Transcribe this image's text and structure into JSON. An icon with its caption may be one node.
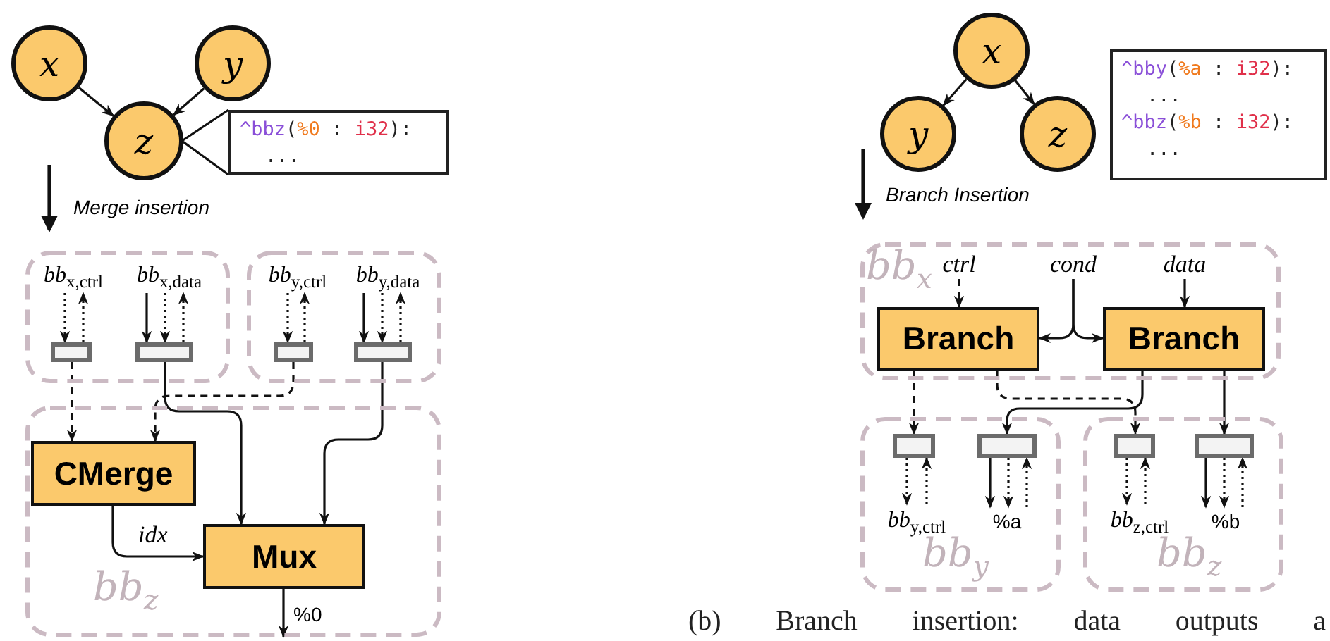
{
  "diagram": {
    "nodes": [
      {
        "text": [
          "x"
        ]
      },
      {
        "text": [
          "y"
        ]
      },
      {
        "text": [
          "z"
        ]
      },
      {
        "text": [
          "^bbz(%0 : i32):",
          "..."
        ]
      },
      {
        "text": [],
        "shape": "box"
      },
      {
        "text": [
          "*bb*$_{x,ctrl}$"
        ],
        "in": 4
      },
      {
        "text": [
          "*bb*$_{x,data}$"
        ],
        "in": 4
      },
      {
        "text": [],
        "shape": "box",
        "in": 4
      },
      {
        "text": [],
        "shape": "box",
        "in": 4
      },
      {
        "text": [],
        "shape": "box"
      },
      {
        "text": [
          "*bb*$_{y,ctrl}$"
        ],
        "in": 9
      },
      {
        "text": [
          "*bb*$_{y,data}$"
        ],
        "in": 9
      },
      {
        "text": [],
        "shape": "box",
        "in": 9
      },
      {
        "text": [],
        "shape": "box",
        "in": 9
      },
      {
        "text": [
          "bb$_{z}$"
        ]
      },
      {
        "text": [
          "CMerge"
        ],
        "in": 14
      },
      {
        "text": [
          "Mux"
        ],
        "in": 14
      },
      {
        "text": [
          "x"
        ]
      },
      {
        "text": [
          "y"
        ]
      },
      {
        "text": [
          "z"
        ]
      },
      {
        "text": [
          "^bby(%a : i32):",
          "...",
          "^bbz(%b : i32):",
          "..."
        ]
      },
      {
        "text": [
          "bb$_{x}$"
        ]
      },
      {
        "text": [
          "ctrl"
        ],
        "in": 21
      },
      {
        "text": [
          "cond"
        ],
        "in": 21
      },
      {
        "text": [
          "data"
        ],
        "in": 21
      },
      {
        "text": [
          "Branch"
        ],
        "in": 21
      },
      {
        "text": [
          "Branch"
        ],
        "in": 21
      },
      {
        "text": [
          "bb$_{y}$"
        ]
      },
      {
        "text": [],
        "shape": "box",
        "in": 27
      },
      {
        "text": [],
        "shape": "box",
        "in": 27
      },
      {
        "text": [
          "*bb*$_{y,ctrl}$"
        ],
        "in": 27
      },
      {
        "text": [
          "%a"
        ],
        "in": 27
      },
      {
        "text": [
          "bb$_{z}$"
        ]
      },
      {
        "text": [],
        "shape": "box",
        "in": 32
      },
      {
        "text": [],
        "shape": "box",
        "in": 32
      },
      {
        "text": [
          "*bb*$_{z,ctrl}$"
        ],
        "in": 32
      },
      {
        "text": [
          "%b"
        ],
        "in": 32
      }
    ],
    "edges": [
      {
        "from": 0,
        "to": 2,
        "arrow": "to"
      },
      {
        "from": 1,
        "to": 2,
        "arrow": "to"
      },
      {
        "from": 2,
        "to": 3,
        "arrow": "none"
      },
      {
        "from": 5,
        "to": 7,
        "arrow": "to",
        "style": "dashed"
      },
      {
        "from": 7,
        "to": 5,
        "arrow": "to",
        "style": "dashed"
      },
      {
        "from": 6,
        "to": 8,
        "arrow": "to"
      },
      {
        "from": 6,
        "to": 8,
        "arrow": "to",
        "style": "dashed"
      },
      {
        "from": 8,
        "to": 6,
        "arrow": "to",
        "style": "dashed"
      },
      {
        "from": 10,
        "to": 12,
        "arrow": "to",
        "style": "dashed"
      },
      {
        "from": 12,
        "to": 10,
        "arrow": "to",
        "style": "dashed"
      },
      {
        "from": 11,
        "to": 13,
        "arrow": "to"
      },
      {
        "from": 11,
        "to": 13,
        "arrow": "to",
        "style": "dashed"
      },
      {
        "from": 13,
        "to": 11,
        "arrow": "to",
        "style": "dashed"
      },
      {
        "from": 7,
        "to": 15,
        "arrow": "to",
        "style": "dashed"
      },
      {
        "from": 12,
        "to": 15,
        "arrow": "to",
        "style": "dashed"
      },
      {
        "from": 8,
        "to": 16,
        "arrow": "to"
      },
      {
        "from": 13,
        "to": 16,
        "arrow": "to"
      },
      {
        "from": 15,
        "to": 16,
        "arrow": "to",
        "label": "idx"
      },
      {
        "from": 16,
        "to": null,
        "arrow": "to",
        "label": "%0"
      },
      {
        "from": 17,
        "to": 18,
        "arrow": "to"
      },
      {
        "from": 17,
        "to": 19,
        "arrow": "to"
      },
      {
        "from": 22,
        "to": 25,
        "arrow": "to",
        "style": "dashed"
      },
      {
        "from": 23,
        "to": 25,
        "arrow": "to"
      },
      {
        "from": 23,
        "to": 26,
        "arrow": "to"
      },
      {
        "from": 24,
        "to": 26,
        "arrow": "to"
      },
      {
        "from": 25,
        "to": 28,
        "arrow": "to",
        "style": "dashed"
      },
      {
        "from": 25,
        "to": 33,
        "arrow": "to",
        "style": "dashed"
      },
      {
        "from": 26,
        "to": 29,
        "arrow": "to"
      },
      {
        "from": 26,
        "to": 34,
        "arrow": "to"
      },
      {
        "from": 28,
        "to": 30,
        "arrow": "to",
        "style": "dashed"
      },
      {
        "from": 30,
        "to": 28,
        "arrow": "to",
        "style": "dashed"
      },
      {
        "from": 29,
        "to": 31,
        "arrow": "to"
      },
      {
        "from": 29,
        "to": 31,
        "arrow": "to",
        "style": "dashed"
      },
      {
        "from": 31,
        "to": 29,
        "arrow": "to",
        "style": "dashed"
      },
      {
        "from": 33,
        "to": 35,
        "arrow": "to",
        "style": "dashed"
      },
      {
        "from": 35,
        "to": 33,
        "arrow": "to",
        "style": "dashed"
      },
      {
        "from": 34,
        "to": 36,
        "arrow": "to"
      },
      {
        "from": 34,
        "to": 36,
        "arrow": "to",
        "style": "dashed"
      },
      {
        "from": 36,
        "to": 34,
        "arrow": "to",
        "style": "dashed"
      }
    ],
    "labels": [
      "Merge insertion",
      "Branch Insertion",
      "(b) Branch insertion: data outputs a"
    ]
  }
}
